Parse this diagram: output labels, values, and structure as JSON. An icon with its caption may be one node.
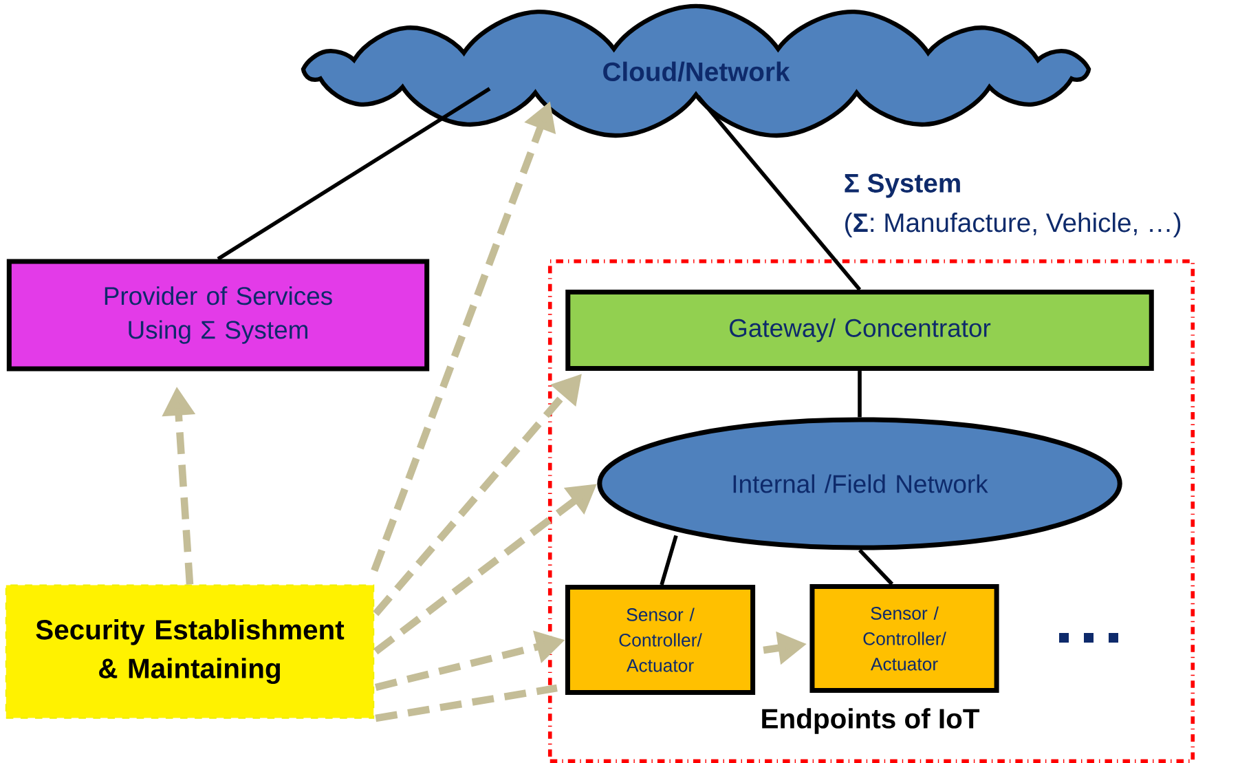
{
  "diagram": {
    "nodes": [
      {
        "text": [
          "Cloud/Network"
        ]
      },
      {
        "text": [
          "Provider of Services Using Σ System"
        ]
      },
      {
        "text": [],
        "shape": "box",
        "beside": [
          "Σ System",
          "(**Σ**: Manufacture, Vehicle, …)"
        ]
      },
      {
        "text": [
          "Gateway/ Concentrator"
        ],
        "in": 2
      },
      {
        "text": [
          "Internal /Field Network"
        ],
        "in": 2
      },
      {
        "text": [
          "Sensor / Controller/ Actuator"
        ],
        "in": 2
      },
      {
        "text": [
          "Sensor / Controller/ Actuator"
        ],
        "in": 2
      },
      {
        "text": [
          "Security Establishment & Maintaining"
        ]
      }
    ],
    "edges": [
      {
        "from": 0,
        "to": 1,
        "arrow": "none",
        "color": "#000000"
      },
      {
        "from": 0,
        "to": 3,
        "arrow": "none",
        "color": "#000000"
      },
      {
        "from": 3,
        "to": 4,
        "arrow": "none",
        "color": "#000000"
      },
      {
        "from": 4,
        "to": 5,
        "arrow": "none",
        "color": "#000000"
      },
      {
        "from": 4,
        "to": 6,
        "arrow": "none",
        "color": "#000000"
      },
      {
        "from": 5,
        "to": 6,
        "arrow": "to",
        "style": "dashed",
        "color": "#c4bd97"
      },
      {
        "from": 7,
        "to": 1,
        "arrow": "to",
        "style": "dashed",
        "color": "#c4bd97"
      },
      {
        "from": 7,
        "to": 0,
        "arrow": "to",
        "style": "dashed",
        "color": "#c4bd97"
      },
      {
        "from": 7,
        "to": 3,
        "arrow": "to",
        "style": "dashed",
        "color": "#c4bd97"
      },
      {
        "from": 7,
        "to": 4,
        "arrow": "to",
        "style": "dashed",
        "color": "#c4bd97"
      },
      {
        "from": 7,
        "to": 5,
        "arrow": "to",
        "style": "dashed",
        "color": "#c4bd97"
      },
      {
        "from": 7,
        "to": 5,
        "arrow": "none",
        "style": "dashed",
        "color": "#c4bd97"
      }
    ],
    "labels": [
      "Endpoints of IoT"
    ]
  }
}
